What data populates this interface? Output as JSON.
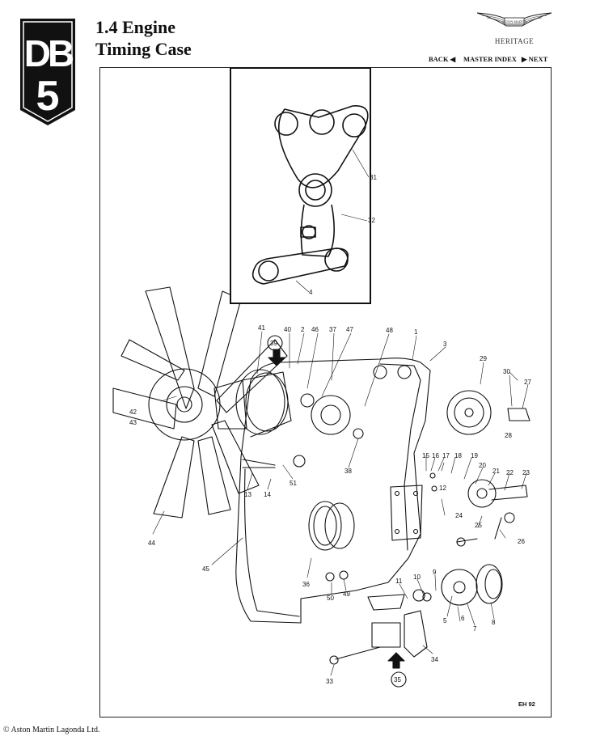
{
  "logo": {
    "text": "DB5"
  },
  "title": {
    "line1": "1.4 Engine",
    "line2": "Timing Case"
  },
  "brand": {
    "name": "ASTON MARTIN",
    "subtitle": "HERITAGE"
  },
  "nav": {
    "back": "BACK ◀",
    "master_index": "MASTER INDEX",
    "next": "▶ NEXT"
  },
  "diagram": {
    "inset_labels": {
      "n31": "31",
      "n32": "32",
      "n4": "4"
    },
    "part_labels": {
      "n1": "1",
      "n2": "2",
      "n3": "3",
      "n4": "4",
      "n5": "5",
      "n6": "6",
      "n7": "7",
      "n8": "8",
      "n9": "9",
      "n10": "10",
      "n11": "11",
      "n12": "12",
      "n13": "13",
      "n14": "14",
      "n15": "15",
      "n16": "16",
      "n17": "17",
      "n18": "18",
      "n19": "19",
      "n20": "20",
      "n21": "21",
      "n22": "22",
      "n23": "23",
      "n24": "24",
      "n25": "25",
      "n26": "26",
      "n27": "27",
      "n28": "28",
      "n29": "29",
      "n30": "30",
      "n33": "33",
      "n34": "34",
      "n35": "35",
      "n36": "36",
      "n37": "37",
      "n38": "38",
      "n39": "39",
      "n40": "40",
      "n41": "41",
      "n42": "42",
      "n43": "43",
      "n44": "44",
      "n45": "45",
      "n46": "46",
      "n47": "47",
      "n48": "48",
      "n49": "49",
      "n50": "50",
      "n51": "51"
    },
    "reference": "EH 92"
  },
  "footer": {
    "copyright": "© Aston Martin Lagonda Ltd."
  }
}
